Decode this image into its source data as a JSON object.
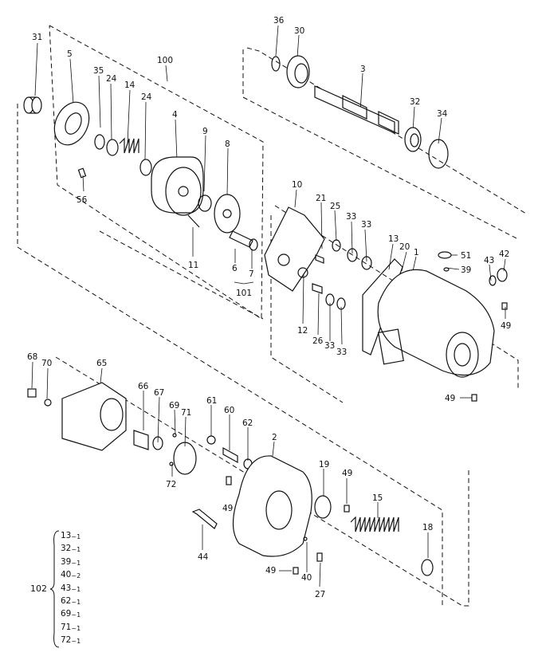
{
  "parts": {
    "p31": "31",
    "p5": "5",
    "p35": "35",
    "p24a": "24",
    "p14": "14",
    "p24b": "24",
    "p100": "100",
    "p4": "4",
    "p36": "36",
    "p30": "30",
    "p3": "3",
    "p32": "32",
    "p34": "34",
    "p9": "9",
    "p8": "8",
    "p56": "56",
    "p11": "11",
    "p6": "6",
    "p7": "7",
    "p101": "101",
    "p10": "10",
    "p21": "21",
    "p25": "25",
    "p33a": "33",
    "p33b": "33",
    "p13": "13",
    "p20": "20",
    "p1": "1",
    "p51": "51",
    "p43": "43",
    "p42": "42",
    "p39": "39",
    "p12": "12",
    "p26": "26",
    "p33c": "33",
    "p33d": "33",
    "p49a": "49",
    "p49b": "49",
    "p68": "68",
    "p70": "70",
    "p65": "65",
    "p66": "66",
    "p67": "67",
    "p69": "69",
    "p71": "71",
    "p61": "61",
    "p60": "60",
    "p62": "62",
    "p2": "2",
    "p72": "72",
    "p49c": "49",
    "p19": "19",
    "p49d": "49",
    "p15": "15",
    "p44": "44",
    "p18": "18",
    "p49e": "49",
    "p40": "40",
    "p27": "27"
  },
  "kit": {
    "id": "102",
    "items": [
      {
        "part": "13",
        "qty": "1"
      },
      {
        "part": "32",
        "qty": "1"
      },
      {
        "part": "39",
        "qty": "1"
      },
      {
        "part": "40",
        "qty": "2"
      },
      {
        "part": "43",
        "qty": "1"
      },
      {
        "part": "62",
        "qty": "1"
      },
      {
        "part": "69",
        "qty": "1"
      },
      {
        "part": "71",
        "qty": "1"
      },
      {
        "part": "72",
        "qty": "1"
      }
    ]
  }
}
